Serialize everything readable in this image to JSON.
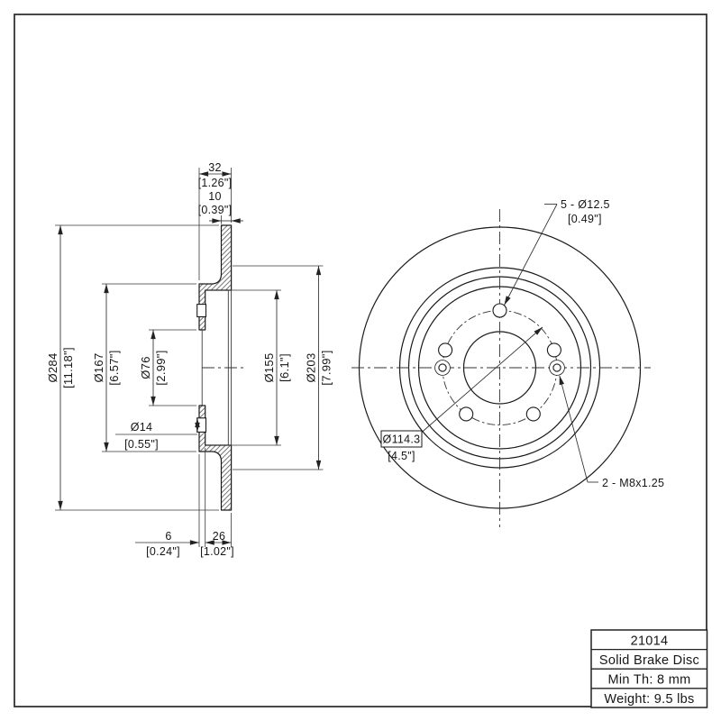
{
  "title_block": {
    "part_number": "21014",
    "description": "Solid Brake Disc",
    "min_thickness": "Min Th: 8 mm",
    "weight": "Weight: 9.5 lbs"
  },
  "section_view": {
    "overall_width_mm": "32",
    "overall_width_in": "[1.26\"]",
    "plate_thickness_mm": "10",
    "plate_thickness_in": "[0.39\"]",
    "outer_diameter_mm": "Ø284",
    "outer_diameter_in": "[11.18\"]",
    "hat_diameter_mm": "Ø167",
    "hat_diameter_in": "[6.57\"]",
    "center_bore_mm": "Ø76",
    "center_bore_in": "[2.99\"]",
    "hole_diameter_mm": "Ø14",
    "hole_diameter_in": "[0.55\"]",
    "inner_diameter_mm": "Ø155",
    "inner_diameter_in": "[6.1\"]",
    "pad_diameter_mm": "Ø203",
    "pad_diameter_in": "[7.99\"]",
    "flange_thickness_mm": "6",
    "flange_thickness_in": "[0.24\"]",
    "hat_depth_mm": "26",
    "hat_depth_in": "[1.02\"]"
  },
  "front_view": {
    "bolt_holes_label": "5 - Ø12.5",
    "bolt_holes_in": "[0.49\"]",
    "bolt_circle_label": "Ø114.3",
    "bolt_circle_in": "[4.5\"]",
    "thread_label": "2 - M8x1.25"
  }
}
